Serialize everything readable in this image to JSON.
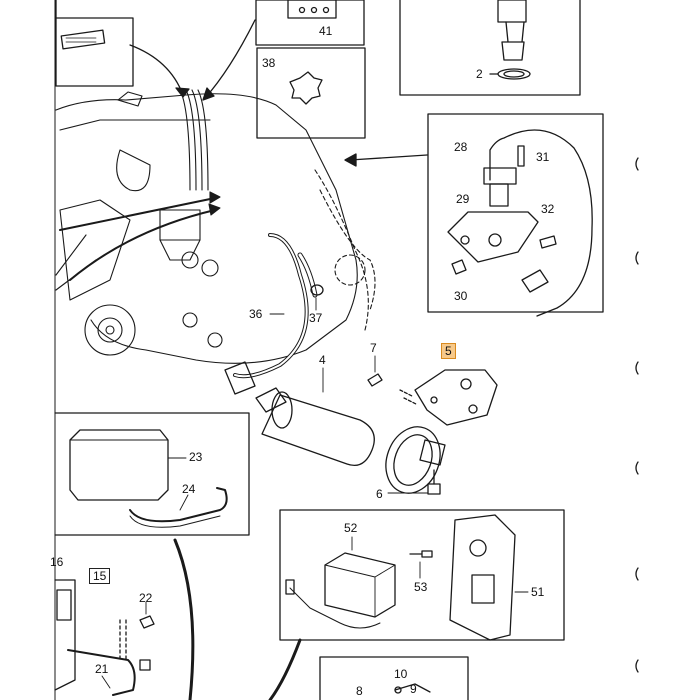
{
  "labels": {
    "l41": "41",
    "l38": "38",
    "l2": "2",
    "l28": "28",
    "l31": "31",
    "l29": "29",
    "l32": "32",
    "l30": "30",
    "l36": "36",
    "l37": "37",
    "l4": "4",
    "l7": "7",
    "l5": "5",
    "l23": "23",
    "l24": "24",
    "l6": "6",
    "l52": "52",
    "l53": "53",
    "l51": "51",
    "l16": "16",
    "l15": "15",
    "l22": "22",
    "l21": "21",
    "l8": "8",
    "l10": "10",
    "l9": "9"
  },
  "highlight_color": "#f7c98a"
}
